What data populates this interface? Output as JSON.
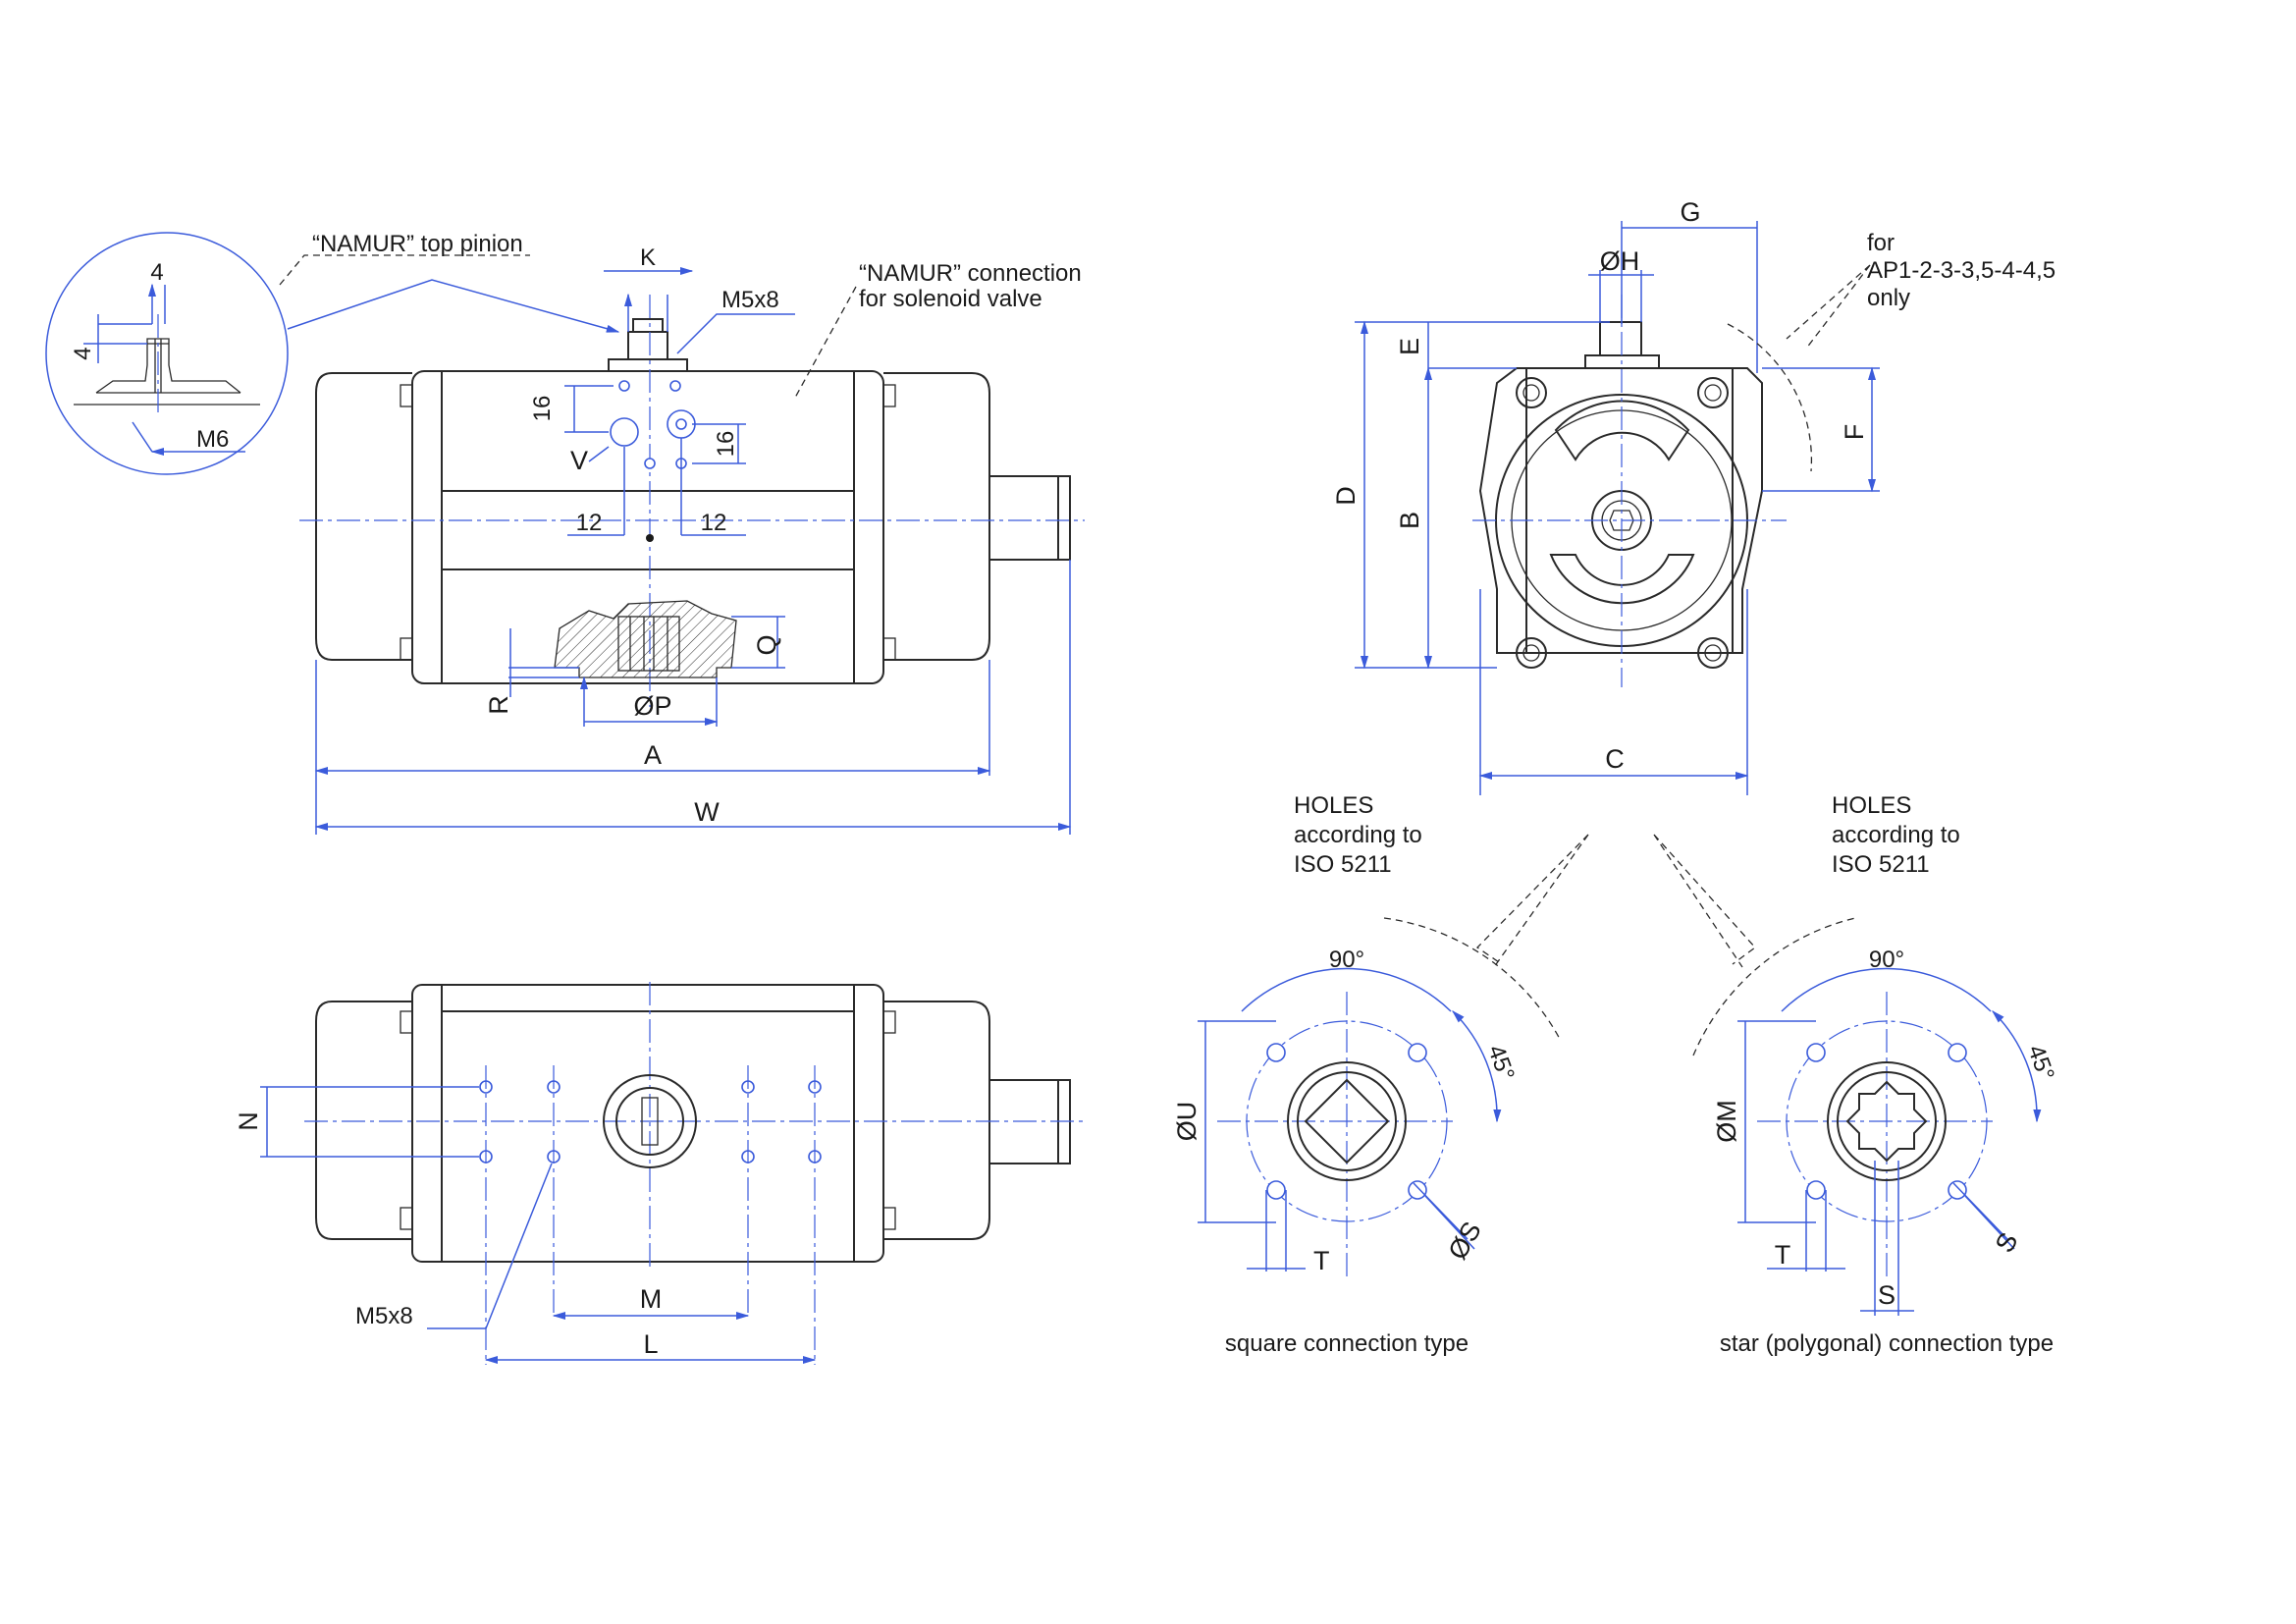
{
  "notes": {
    "namur_top_pinion": "“NAMUR” top pinion",
    "namur_connection_line1": "“NAMUR” connection",
    "namur_connection_line2": "for solenoid valve",
    "for_line1": "for",
    "for_line2": "AP1-2-3-3,5-4-4,5",
    "for_line3": "only",
    "holes_left_line1": "HOLES",
    "holes_left_line2": "according to",
    "holes_left_line3": "ISO 5211",
    "holes_right_line1": "HOLES",
    "holes_right_line2": "according to",
    "holes_right_line3": "ISO 5211",
    "square_caption": "square connection type",
    "star_caption": "star (polygonal) connection type"
  },
  "detail": {
    "dim_4_top": "4",
    "dim_4_side": "4",
    "thread": "M6"
  },
  "front_view": {
    "K": "K",
    "thread": "M5x8",
    "dim_16_left": "16",
    "dim_16_right": "16",
    "V": "V",
    "dim_12_left": "12",
    "dim_12_right": "12",
    "Q": "Q",
    "R": "R",
    "P": "ØP",
    "A": "A",
    "W": "W"
  },
  "bottom_view": {
    "N": "N",
    "thread": "M5x8",
    "M": "M",
    "L": "L"
  },
  "side_view": {
    "G": "G",
    "H": "ØH",
    "E": "E",
    "D": "D",
    "B": "B",
    "F": "F",
    "C": "C"
  },
  "square_view": {
    "angle90": "90°",
    "angle45": "45°",
    "U": "ØU",
    "T": "T",
    "S": "ØS"
  },
  "star_view": {
    "angle90": "90°",
    "angle45": "45°",
    "M": "ØM",
    "T": "T",
    "S_bottom": "S",
    "S_diag": "S"
  }
}
